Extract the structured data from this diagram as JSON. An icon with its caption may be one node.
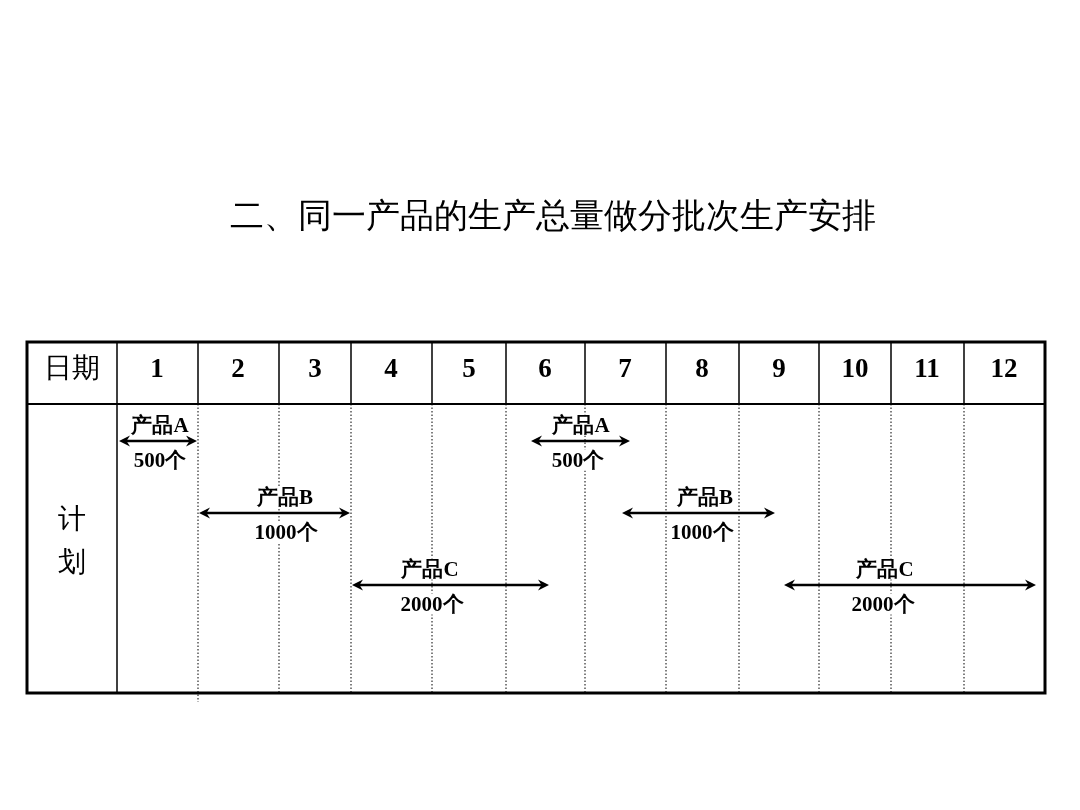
{
  "diagram": {
    "title": "二、同一产品的生产总量做分批次生产安排",
    "labels": [
      "日期",
      "1",
      "2",
      "3",
      "4",
      "5",
      "6",
      "7",
      "8",
      "9",
      "10",
      "11",
      "12",
      "计划",
      "产品A",
      "500个",
      "产品A",
      "500个",
      "产品B",
      "1000个",
      "产品B",
      "1000个",
      "产品C",
      "2000个",
      "产品C",
      "2000个"
    ]
  }
}
